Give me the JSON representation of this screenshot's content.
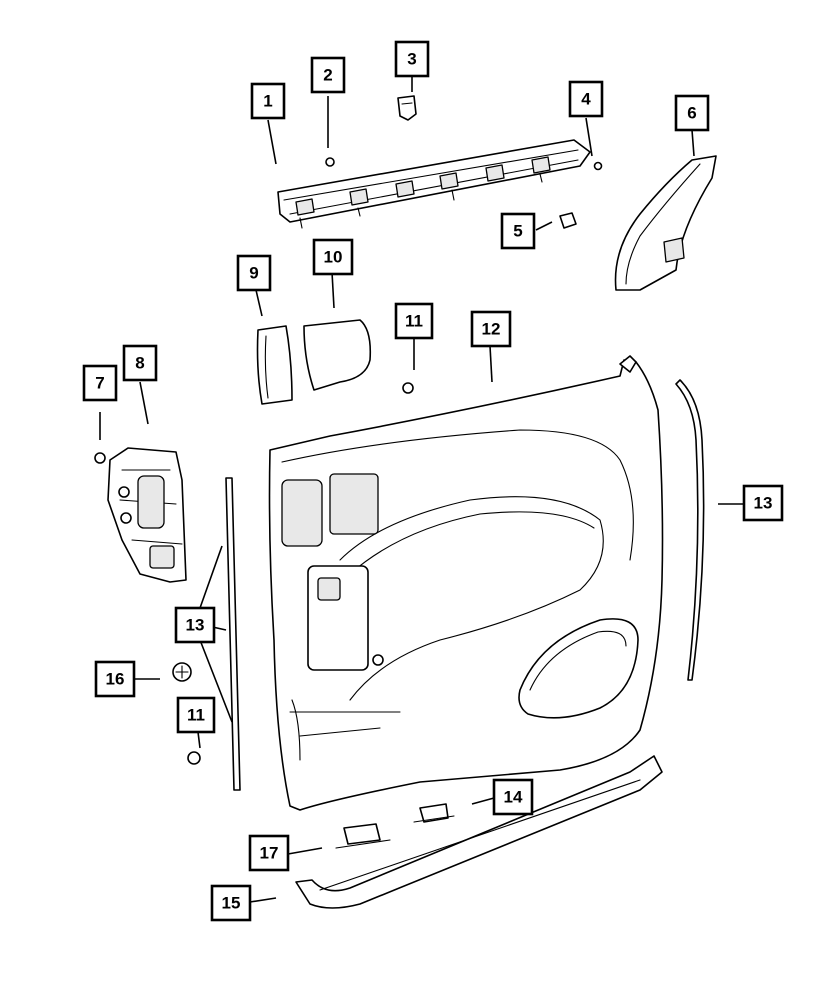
{
  "callouts": {
    "c1": "1",
    "c2": "2",
    "c3": "3",
    "c4": "4",
    "c5": "5",
    "c6": "6",
    "c7": "7",
    "c8": "8",
    "c9": "9",
    "c10": "10",
    "c11a": "11",
    "c11b": "11",
    "c12": "12",
    "c13a": "13",
    "c13b": "13",
    "c14": "14",
    "c15": "15",
    "c16": "16",
    "c17": "17"
  },
  "colors": {
    "ink": "#000000",
    "paper": "#ffffff",
    "fill_grey": "#e8e8e8"
  }
}
